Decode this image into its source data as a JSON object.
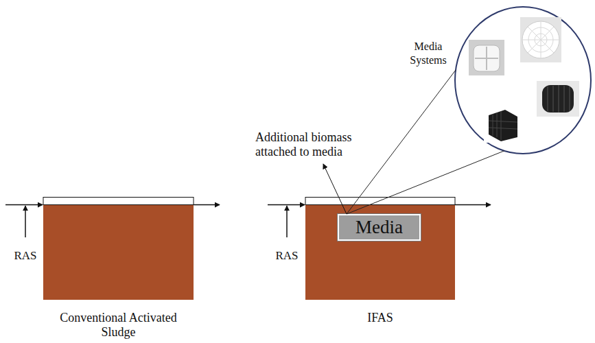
{
  "diagram": {
    "nodes": [
      {
        "text": [
          "Conventional Activated Sludge"
        ]
      },
      {
        "text": [
          "IFAS"
        ]
      },
      {
        "text": [
          "Media"
        ],
        "in": 1
      },
      {
        "text": [
          "Media Systems"
        ]
      }
    ],
    "edges": [
      {
        "from": 2,
        "to": 3,
        "arrow": "none"
      },
      {
        "from": 2,
        "to": 3,
        "arrow": "none"
      }
    ],
    "labels": [
      "RAS",
      "RAS",
      "Additional biomass attached to media"
    ]
  }
}
